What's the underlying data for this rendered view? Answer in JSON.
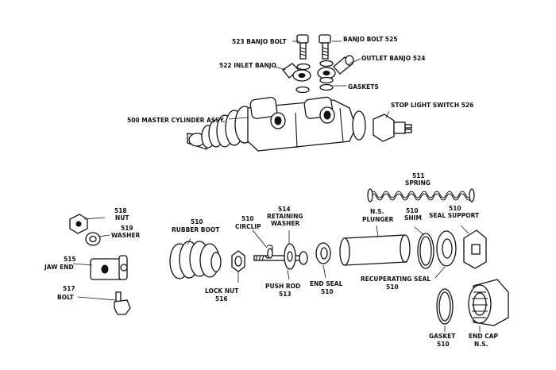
{
  "diagram": {
    "labels": {
      "banjo_bolt_523": "523 BANJO BOLT",
      "banjo_bolt_525": "BANJO BOLT 525",
      "inlet_banjo": "522 INLET BANJO",
      "outlet_banjo": "OUTLET BANJO 524",
      "gaskets": "GASKETS",
      "master_cylinder": "500 MASTER CYLINDER ASSY.",
      "stop_light_switch": "STOP LIGHT SWITCH 526",
      "spring_num": "511",
      "spring": "SPRING",
      "nut_num": "518",
      "nut": "NUT",
      "washer_num": "519",
      "washer": "WASHER",
      "rubber_boot_num": "510",
      "rubber_boot": "RUBBER BOOT",
      "circlip_num": "510",
      "circlip": "CIRCLIP",
      "retaining_washer_num": "514",
      "retaining_washer_a": "RETAINING",
      "retaining_washer_b": "WASHER",
      "ns_1": "N.S.",
      "plunger": "PLUNGER",
      "shim_num": "510",
      "shim": "SHIM",
      "seal_support_num": "510",
      "seal_support": "SEAL SUPPORT",
      "jaw_end_num": "515",
      "jaw_end": "JAW END",
      "lock_nut": "LOCK NUT",
      "lock_nut_num": "516",
      "push_rod": "PUSH ROD",
      "push_rod_num": "513",
      "end_seal": "END SEAL",
      "end_seal_num": "510",
      "recuperating_seal": "RECUPERATING SEAL",
      "recuperating_seal_num": "510",
      "bolt_num": "517",
      "bolt": "BOLT",
      "gasket": "GASKET",
      "gasket_num": "510",
      "end_cap": "END CAP",
      "ns_2": "N.S."
    }
  }
}
